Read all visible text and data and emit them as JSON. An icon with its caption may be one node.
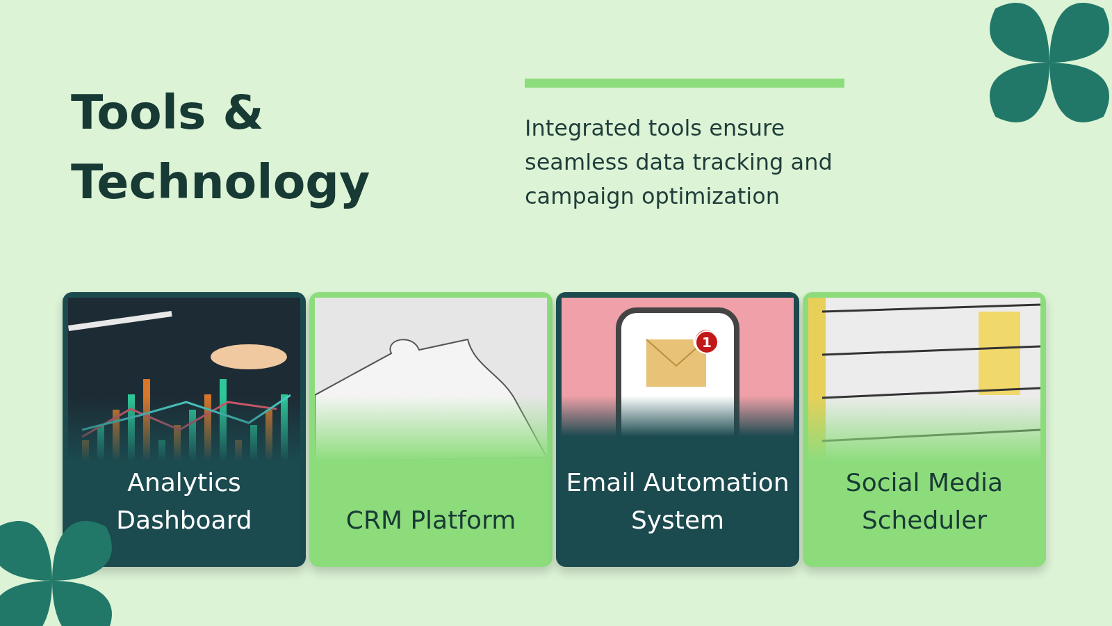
{
  "diagram": {
    "title": "Tools & Technology",
    "nodes": [
      {
        "text": [
          "Analytics Dashboard"
        ]
      },
      {
        "text": [
          "CRM Platform"
        ]
      },
      {
        "text": [
          "Email Automation System"
        ]
      },
      {
        "text": [
          "Social Media Scheduler"
        ]
      }
    ],
    "labels": [
      "Integrated tools ensure seamless data tracking and campaign optimization",
      "1"
    ]
  }
}
